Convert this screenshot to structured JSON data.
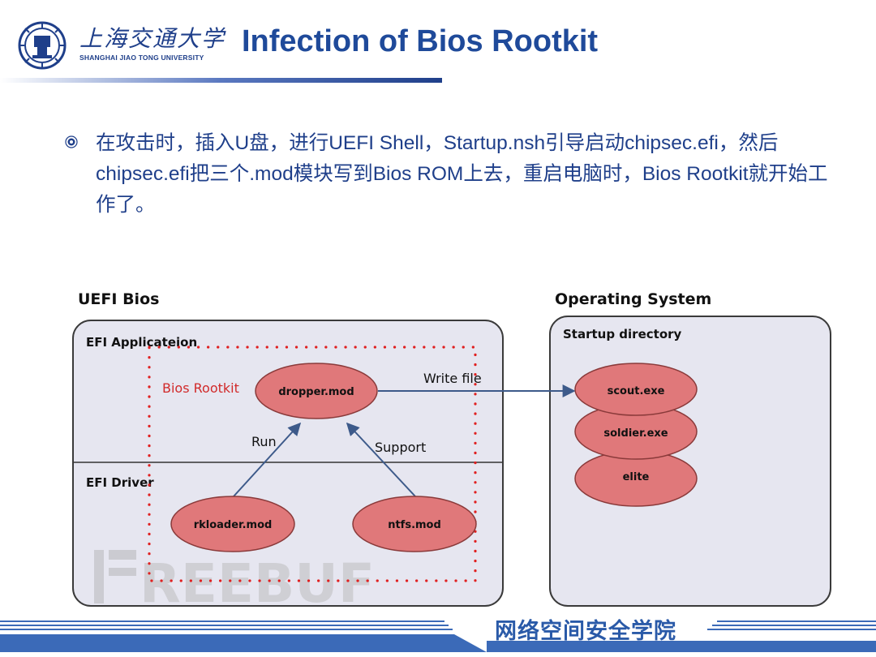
{
  "header": {
    "university_cn": "上海交通大学",
    "university_en": "SHANGHAI JIAO TONG UNIVERSITY",
    "title": "Infection of Bios Rootkit"
  },
  "bullet": {
    "text": "在攻击时，插入U盘，进行UEFI Shell，Startup.nsh引导启动chipsec.efi，然后chipsec.efi把三个.mod模块写到Bios ROM上去，重启电脑时，Bios Rootkit就开始工作了。"
  },
  "diagram": {
    "left_title": "UEFI Bios",
    "right_title": "Operating System",
    "efi_app_label": "EFI Applicateion",
    "efi_driver_label": "EFI Driver",
    "bios_rootkit_label": "Bios Rootkit",
    "startup_dir_label": "Startup directory",
    "nodes": {
      "dropper": "dropper.mod",
      "rkloader": "rkloader.mod",
      "ntfs": "ntfs.mod",
      "scout": "scout.exe",
      "soldier": "soldier.exe",
      "elite": "elite"
    },
    "edges": {
      "run": "Run",
      "support": "Support",
      "write_file": "Write file"
    },
    "watermark": "REEBUF"
  },
  "footer": {
    "text": "网络空间安全学院"
  }
}
